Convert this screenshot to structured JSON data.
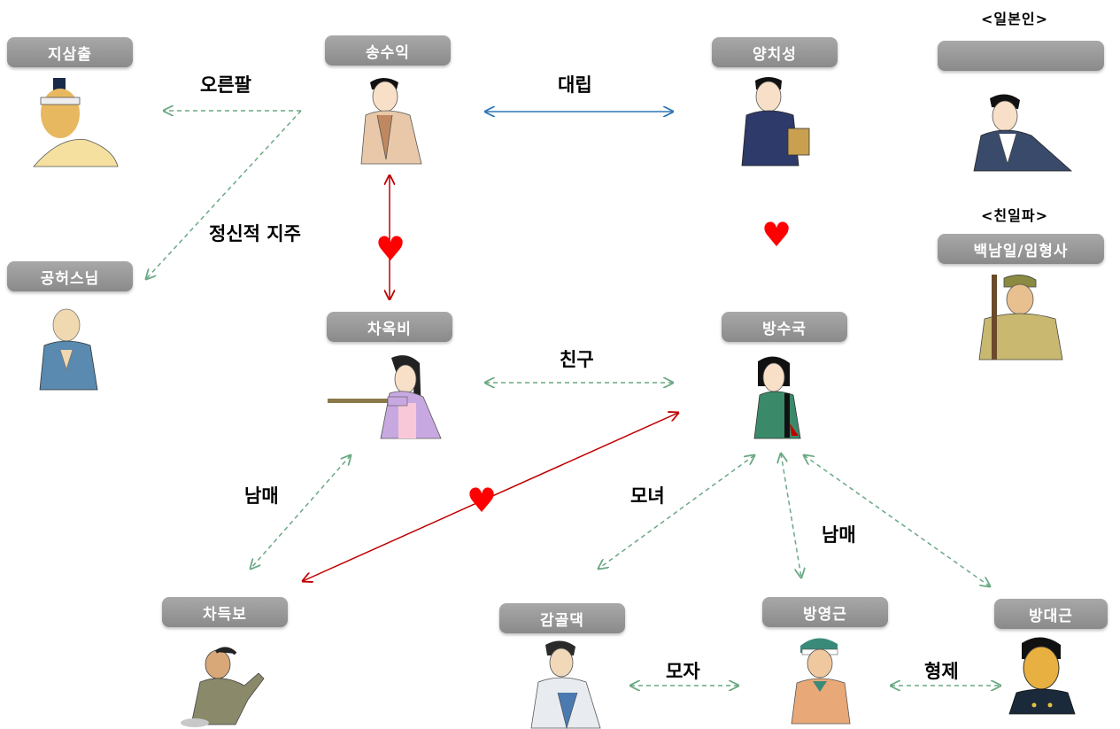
{
  "diagram": {
    "type": "character-relationship-map",
    "groups": {
      "japanese": "<일본인>",
      "collaborator": "<친일파>"
    },
    "characters": {
      "jisamchul": "지삼출",
      "songsuik": "송수익",
      "yangchiseong": "양치성",
      "japanese_person": "",
      "gongheo": "공허스님",
      "chaokbi": "차옥비",
      "bangsuguk": "방수국",
      "baeknamil": "백남일/임형사",
      "chadeukbo": "차득보",
      "gamgoldaek": "감골댁",
      "bangyeonggeun": "방영근",
      "bangdaegeun": "방대근"
    },
    "relations": {
      "right_arm": "오른팔",
      "spiritual_pillar": "정신적 지주",
      "conflict": "대립",
      "friend": "친구",
      "siblings_1": "남매",
      "mother_daughter": "모녀",
      "siblings_2": "남매",
      "mother_son": "모자",
      "brothers": "형제"
    },
    "icons": {
      "love": "♥"
    },
    "colors": {
      "label_bg": "#999999",
      "dashed_arrow": "#6aa884",
      "conflict_arrow": "#2e75b6",
      "love_arrow": "#c00000",
      "heart": "#ff0000"
    }
  }
}
